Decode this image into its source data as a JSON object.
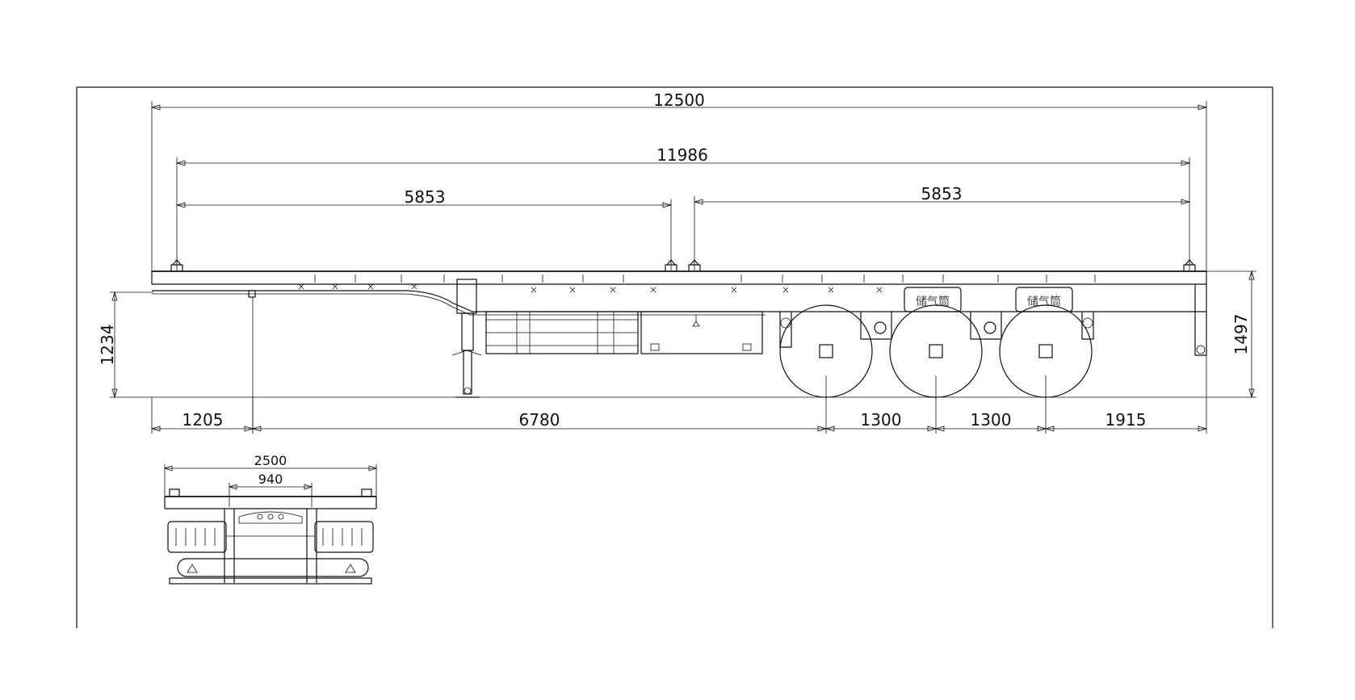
{
  "side_view": {
    "dimensions": {
      "overall_length": "12500",
      "twistlock_span": "11986",
      "front_container_span": "5853",
      "rear_container_span": "5853",
      "frame_height": "1234",
      "deck_height": "1497",
      "front_overhang": "1205",
      "kingpin_to_axle": "6780",
      "axle_spacing_1": "1300",
      "axle_spacing_2": "1300",
      "rear_overhang": "1915"
    },
    "air_tank_labels": [
      "储气筒",
      "储气筒"
    ],
    "axle_count": 3
  },
  "front_view": {
    "dimensions": {
      "overall_width": "2500",
      "beam_spacing": "940"
    }
  }
}
